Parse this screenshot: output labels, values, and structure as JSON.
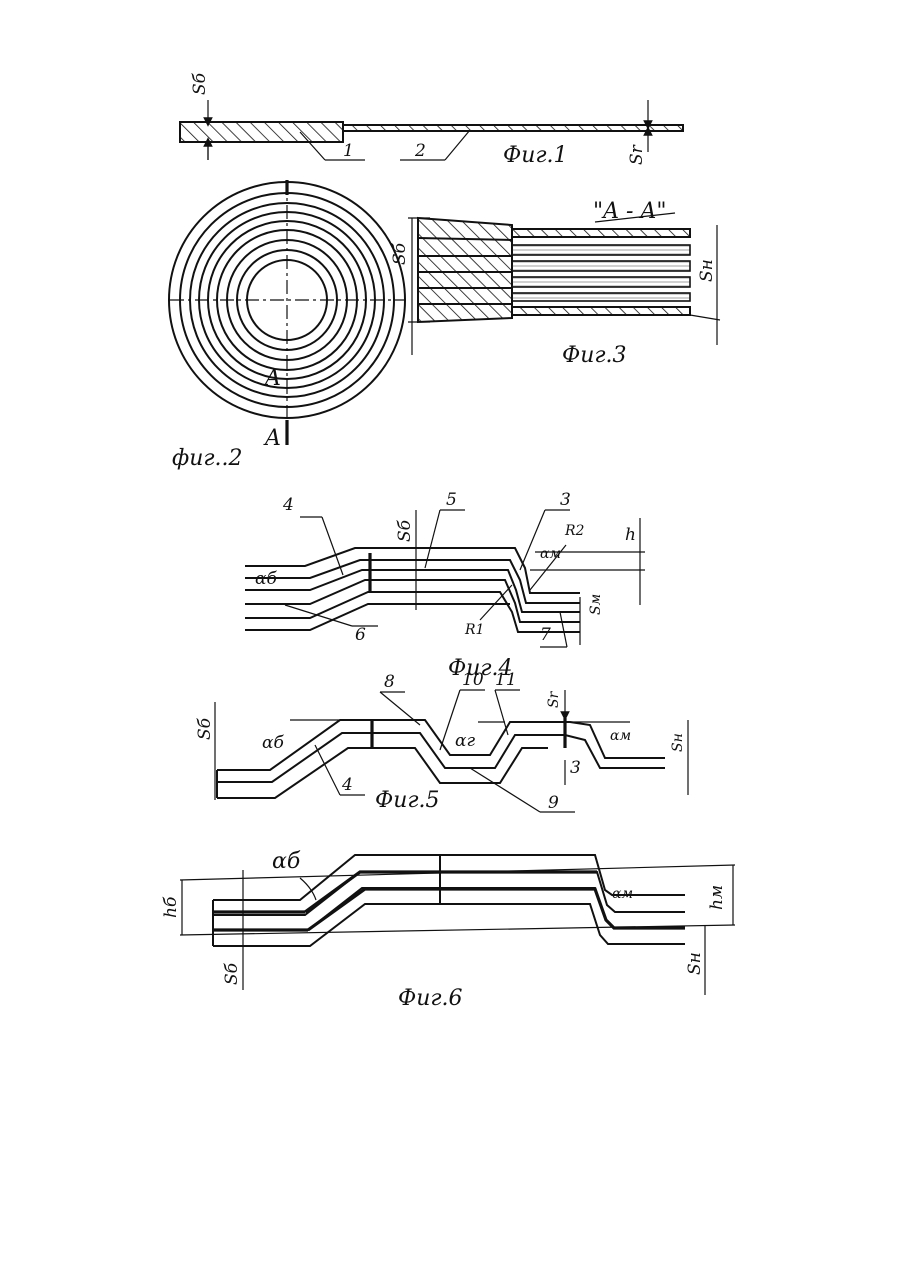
{
  "figures": {
    "fig1": {
      "caption": "Фиг.1",
      "sb": "Sб",
      "sr": "Sr",
      "part1": "1",
      "part2": "2"
    },
    "fig2": {
      "caption": "фиг..2",
      "section_a_top": "A",
      "section_a_bottom": "A"
    },
    "fig3": {
      "caption": "Фиг.3",
      "section": "\"A - A\"",
      "sb": "Sб",
      "sh": "Sн"
    },
    "fig4": {
      "caption": "Фиг.4",
      "p4": "4",
      "p5": "5",
      "p3": "3",
      "p6": "6",
      "p7": "7",
      "sb": "Sб",
      "ab": "αб",
      "am": "αм",
      "r1": "R1",
      "r2": "R2",
      "h": "h",
      "sm": "Sм"
    },
    "fig5": {
      "caption": "Фиг.5",
      "p8": "8",
      "p10": "10",
      "p11": "11",
      "p4": "4",
      "p3": "3",
      "p9": "9",
      "sb": "Sб",
      "ab": "αб",
      "ag": "αг",
      "sr": "Sr",
      "am": "αм",
      "sh": "Sн"
    },
    "fig6": {
      "caption": "Фиг.6",
      "ab": "αб",
      "hb": "hб",
      "sb": "Sб",
      "am": "αм",
      "hm": "hм",
      "sh": "Sн"
    }
  }
}
